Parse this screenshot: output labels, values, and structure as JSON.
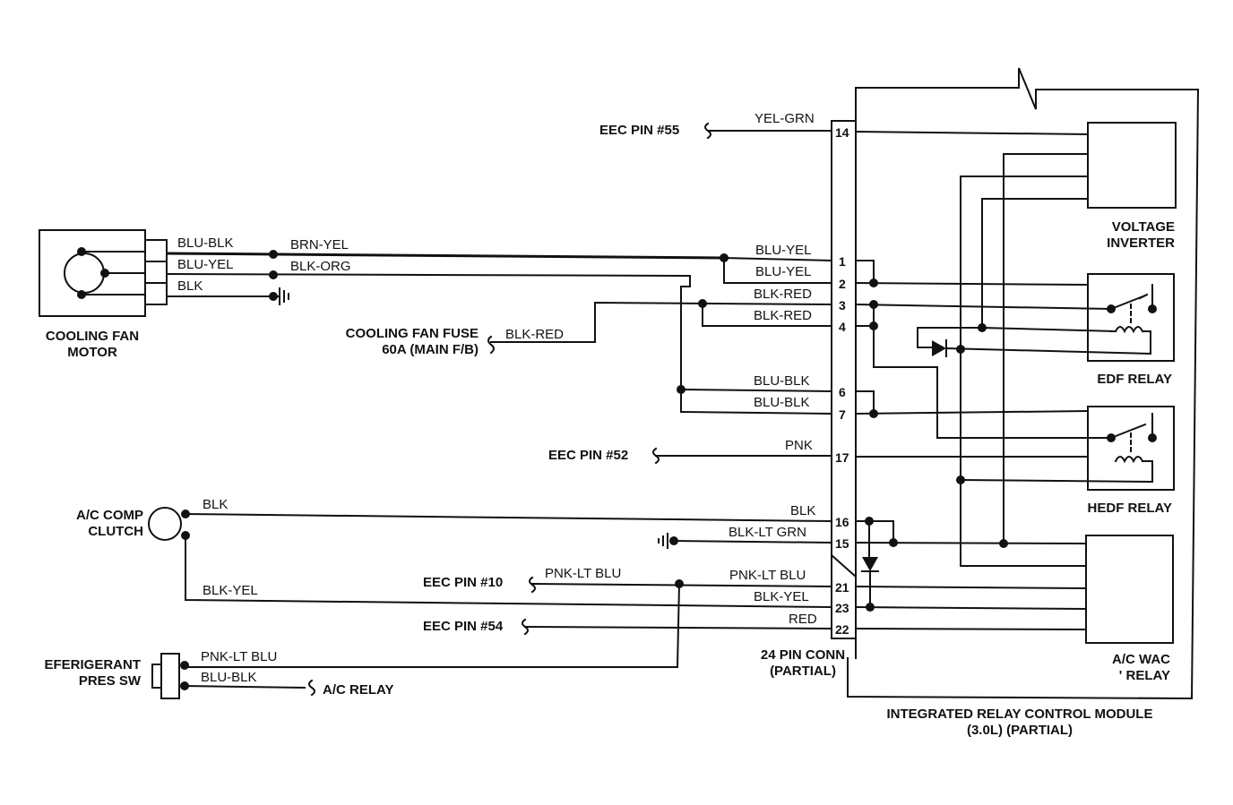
{
  "components": {
    "cooling_fan_motor": "COOLING FAN\nMOTOR",
    "cooling_fan_fuse": "COOLING FAN FUSE\n60A (MAIN F/B)",
    "ac_comp_clutch": "A/C COMP\nCLUTCH",
    "refrigerant_pres_sw": "EFERIGERANT\nPRES SW",
    "connector": "24 PIN CONN\n(PARTIAL)",
    "module_title": "INTEGRATED RELAY CONTROL MODULE\n(3.0L) (PARTIAL)",
    "voltage_inverter": "VOLTAGE\nINVERTER",
    "edf_relay": "EDF RELAY",
    "hedf_relay": "HEDF RELAY",
    "ac_wac_relay": "A/C WAC\n' RELAY"
  },
  "references": {
    "eec_55": "EEC PIN #55",
    "eec_52": "EEC PIN #52",
    "eec_10": "EEC PIN #10",
    "eec_54": "EEC PIN #54",
    "ac_relay": "A/C RELAY"
  },
  "wires": {
    "w_blu_blk_motor": "BLU-BLK",
    "w_blu_yel_motor": "BLU-YEL",
    "w_blk_motor": "BLK",
    "w_brn_yel": "BRN-YEL",
    "w_blk_org": "BLK-ORG",
    "w_yel_grn": "YEL-GRN",
    "w_blu_yel_1": "BLU-YEL",
    "w_blu_yel_2": "BLU-YEL",
    "w_blk_red_3": "BLK-RED",
    "w_blk_red_4": "BLK-RED",
    "w_blk_red_fuse": "BLK-RED",
    "w_blu_blk_6": "BLU-BLK",
    "w_blu_blk_7": "BLU-BLK",
    "w_pnk": "PNK",
    "w_blk_clutch": "BLK",
    "w_blk_16": "BLK",
    "w_blk_lt_grn": "BLK-LT GRN",
    "w_pnk_lt_blu_eec": "PNK-LT BLU",
    "w_pnk_lt_blu_21": "PNK-LT BLU",
    "w_blk_yel_clutch": "BLK-YEL",
    "w_blk_yel_23": "BLK-YEL",
    "w_red": "RED",
    "w_pnk_lt_blu_sw": "PNK-LT BLU",
    "w_blu_blk_sw": "BLU-BLK"
  },
  "pins": {
    "p14": "14",
    "p1": "1",
    "p2": "2",
    "p3": "3",
    "p4": "4",
    "p6": "6",
    "p7": "7",
    "p17": "17",
    "p16": "16",
    "p15": "15",
    "p21": "21",
    "p23": "23",
    "p22": "22"
  }
}
